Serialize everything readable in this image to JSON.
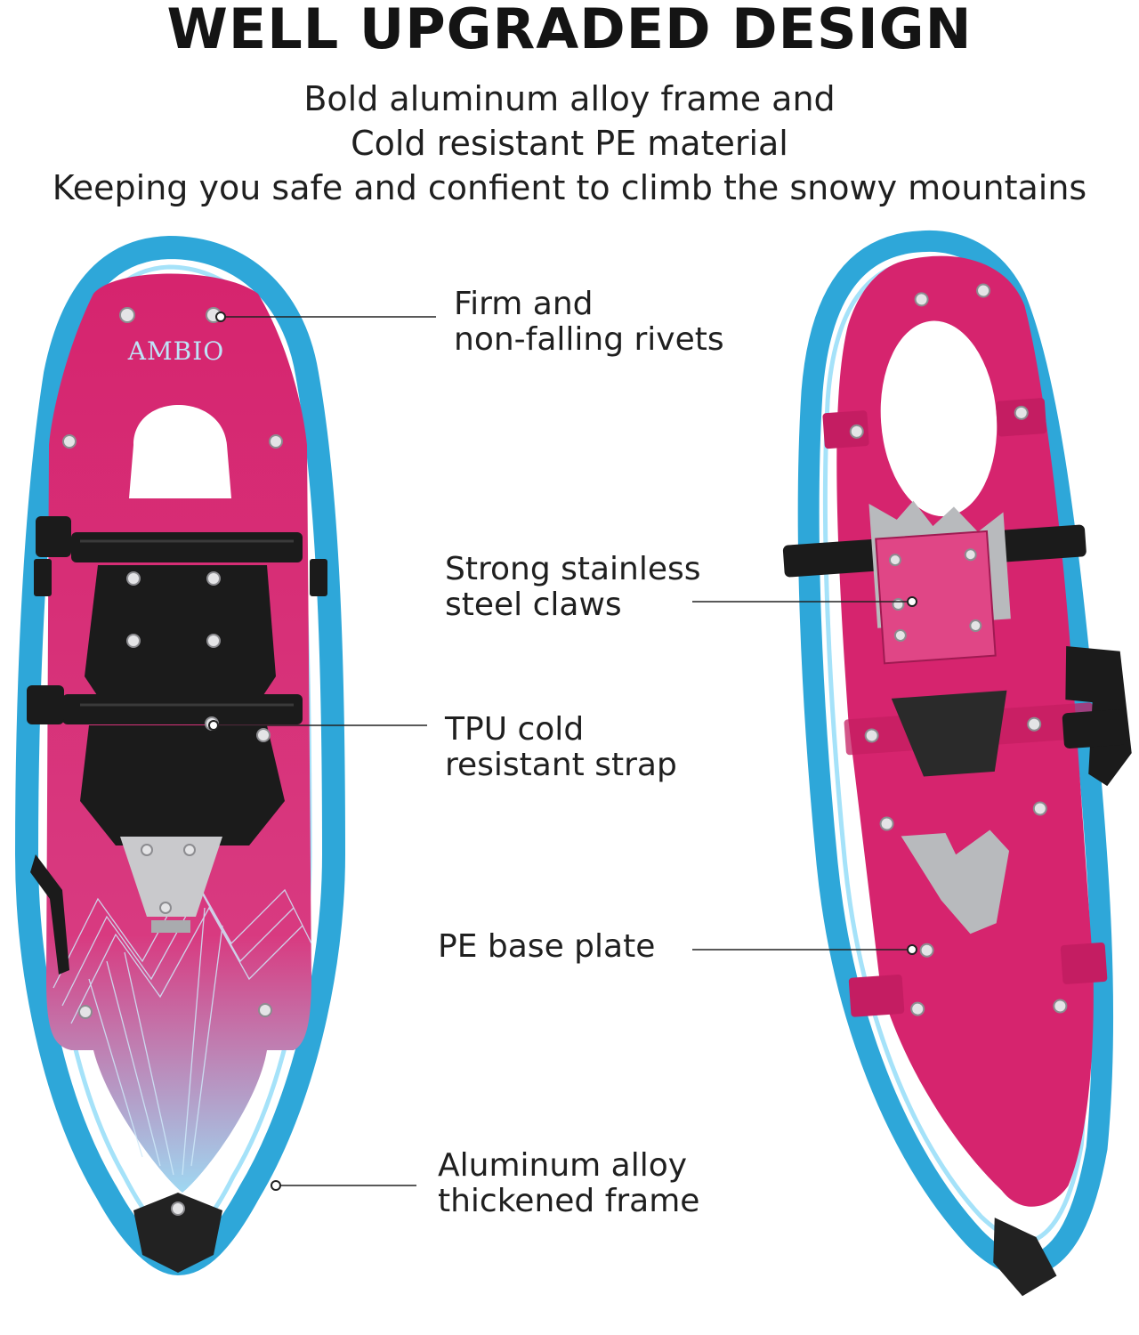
{
  "header": {
    "title": "WELL UPGRADED DESIGN",
    "subtitle_lines": [
      "Bold aluminum alloy frame and",
      "Cold resistant PE material",
      "Keeping you safe and confient to climb the snowy mountains"
    ]
  },
  "product": {
    "brand_logo": "AMBIO",
    "colors": {
      "frame": "#2ea7d9",
      "deck": "#d6246e",
      "binding": "#1b1b1b",
      "claw": "#a9abae"
    }
  },
  "callouts": [
    {
      "lines": [
        "Firm and",
        "non-falling rivets"
      ]
    },
    {
      "lines": [
        "Strong stainless",
        "steel claws"
      ]
    },
    {
      "lines": [
        "TPU cold",
        "resistant strap"
      ]
    },
    {
      "lines": [
        "PE base plate"
      ]
    },
    {
      "lines": [
        "Aluminum alloy",
        "thickened frame"
      ]
    }
  ]
}
